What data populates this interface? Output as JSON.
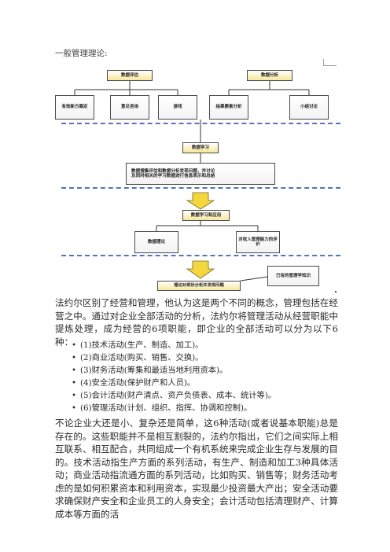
{
  "heading": "一般管理理论:",
  "diagram": {
    "left_top_box": "数据评估",
    "right_top_box": "数据分析",
    "row1": [
      "有效新方案定",
      "意见咨询",
      "游戏",
      "结果要素分析",
      "小组讨论"
    ],
    "middle_box": "数据学习",
    "long_box_line1": "数据搜集评估和数据分析发现问题，并讨论",
    "long_box_line2": "及同时相关的学习数据进行信息表示和总结",
    "lower_box": "数据学习和应用",
    "row3": [
      "数据理论",
      "对收入管理能力的评价"
    ],
    "side_box": "已有的管理学知识",
    "bottom_box": "理论对现状分析并发现问题"
  },
  "para1": "法约尔区别了经营和管理，他认为这是两个不同的概念，管理包括在经营之中。通过对企业全部活动的分析，法约尔将管理活动从经营职能中提炼处理，成为经营的6项职能，即企业的全部活动可以分为以下6种：",
  "list": [
    "(1)技术活动(生产、制造、加工)。",
    "(2)商业活动(购买、销售、交换)。",
    "(3)财务活动(筹集和最适当地利用资本)。",
    "(4)安全活动(保护财产和人员)。",
    "(5)会计活动(财产清点、资产负债表、成本、统计等)。",
    "(6)管理活动(计划、组织、指挥、协调和控制)。"
  ],
  "para2": "不论企业大还是小、复杂还是简单，这6种活动(或者说基本职能)总是存在的。这些职能并不是相互割裂的，法约尔指出，它们之间实际上相互联系、相互配合，共同组成一个有机系统来完成企业生存与发展的目的。技术活动指生产方面的系列活动，有生产、制造和加工3种具体活动；商业活动指流通方面的系列活动，比如购买、销售等；财务活动考虑的是如何积累资本和利用资本，实现最少投资最大产出；安全活动要求确保财产安全和企业员工的人身安全；会计活动包括清理财产、计算成本等方面的活"
}
